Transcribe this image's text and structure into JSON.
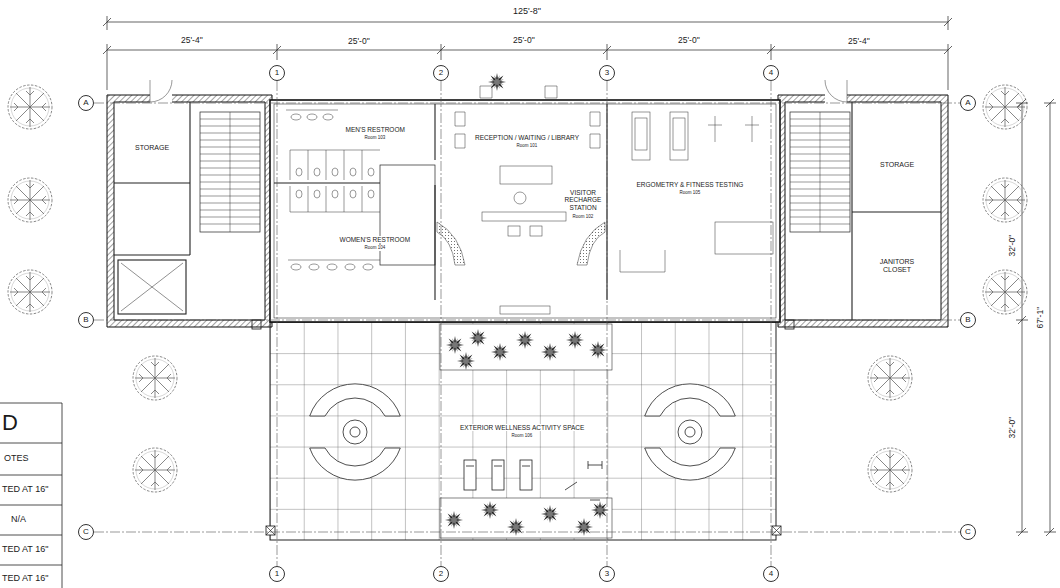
{
  "diagram": {
    "nodes": [
      {
        "text": [
          "1"
        ]
      },
      {
        "text": [
          "2"
        ]
      },
      {
        "text": [
          "3"
        ]
      },
      {
        "text": [
          "4"
        ]
      },
      {
        "text": [
          "A"
        ]
      },
      {
        "text": [
          "A"
        ]
      },
      {
        "text": [
          "STORAGE"
        ]
      },
      {
        "text": [
          "MEN'S RESTROOM",
          "Room 103"
        ]
      },
      {
        "text": [
          "RECEPTION / WAITING / LIBRARY",
          "Room 101"
        ]
      },
      {
        "text": [
          "VISITOR RECHARGE STATION",
          "Room 102"
        ],
        "in": 8
      },
      {
        "text": [
          "ERGOMETRY & FITNESS TESTING",
          "Room 105"
        ]
      },
      {
        "text": [
          "STORAGE"
        ]
      },
      {
        "text": [
          "WOMEN'S RESTROOM",
          "Room 104"
        ]
      },
      {
        "text": [
          "JANITORS CLOSET"
        ]
      },
      {
        "text": [
          "B"
        ]
      },
      {
        "text": [
          "B"
        ]
      },
      {
        "text": [
          "EXTERIOR WELLNESS ACTIVITY SPACE",
          "Room 106"
        ]
      },
      {
        "text": [
          "C"
        ]
      },
      {
        "text": [
          "C"
        ]
      },
      {
        "text": [
          "1"
        ]
      },
      {
        "text": [
          "2"
        ]
      },
      {
        "text": [
          "3"
        ]
      },
      {
        "text": [
          "4"
        ]
      }
    ],
    "edges": [
      {
        "from": 0,
        "to": 19,
        "arrow": "none"
      },
      {
        "from": 1,
        "to": 20,
        "arrow": "none"
      },
      {
        "from": 2,
        "to": 21,
        "arrow": "none"
      },
      {
        "from": 3,
        "to": 22,
        "arrow": "none"
      },
      {
        "from": 4,
        "to": 5,
        "arrow": "none"
      },
      {
        "from": 14,
        "to": 15,
        "arrow": "none"
      },
      {
        "from": 17,
        "to": 18,
        "arrow": "none"
      }
    ],
    "labels": [
      "125'-8\"",
      "25'-4\"",
      "25'-0\"",
      "25'-0\"",
      "25'-0\"",
      "25'-4\"",
      "32'-0\"",
      "67'-1\"",
      "32'-0\"",
      "D",
      "OTES",
      "TED AT 16\"",
      "N/A",
      "TED AT 16\"",
      "TED AT 16\""
    ]
  }
}
